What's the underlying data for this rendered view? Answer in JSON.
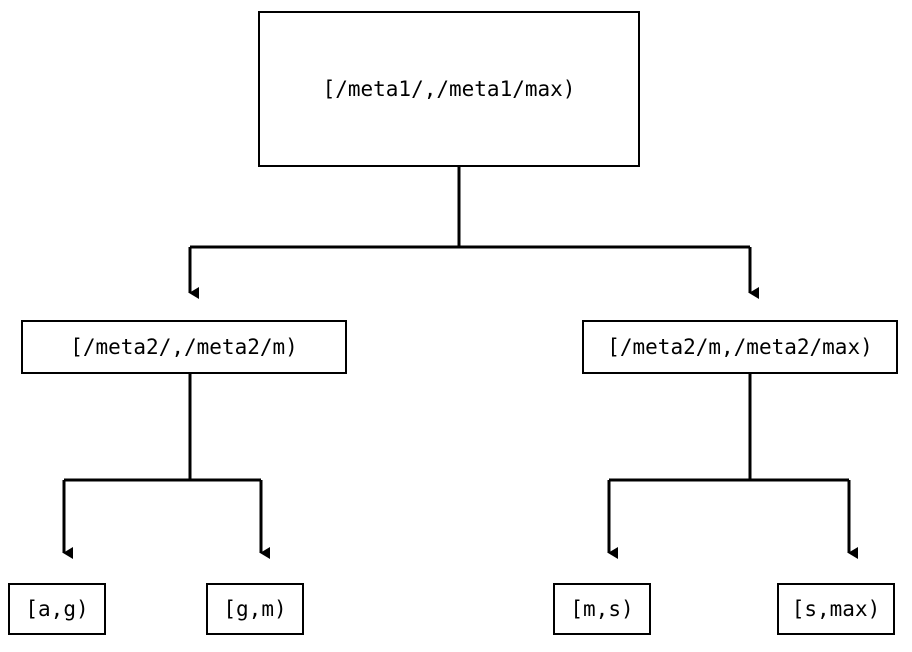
{
  "diagram": {
    "type": "tree",
    "orientation": "top-down",
    "background_color": "#ffffff",
    "line_color": "#000000",
    "text_color": "#000000",
    "nodes": {
      "root": {
        "label": "[/meta1/,/meta1/max)"
      },
      "left_mid": {
        "label": "[/meta2/,/meta2/m)"
      },
      "right_mid": {
        "label": "[/meta2/m,/meta2/max)"
      },
      "leaves": [
        {
          "label": "[a,g)"
        },
        {
          "label": "[g,m)"
        },
        {
          "label": "[m,s)"
        },
        {
          "label": "[s,max)"
        }
      ]
    },
    "edges": [
      {
        "from": "root",
        "to": "left_mid",
        "arrow": "triangle-down"
      },
      {
        "from": "root",
        "to": "right_mid",
        "arrow": "triangle-down"
      },
      {
        "from": "left_mid",
        "to": "leaf-0",
        "arrow": "triangle-down"
      },
      {
        "from": "left_mid",
        "to": "leaf-1",
        "arrow": "triangle-down"
      },
      {
        "from": "right_mid",
        "to": "leaf-2",
        "arrow": "triangle-down"
      },
      {
        "from": "right_mid",
        "to": "leaf-3",
        "arrow": "triangle-down"
      }
    ]
  }
}
